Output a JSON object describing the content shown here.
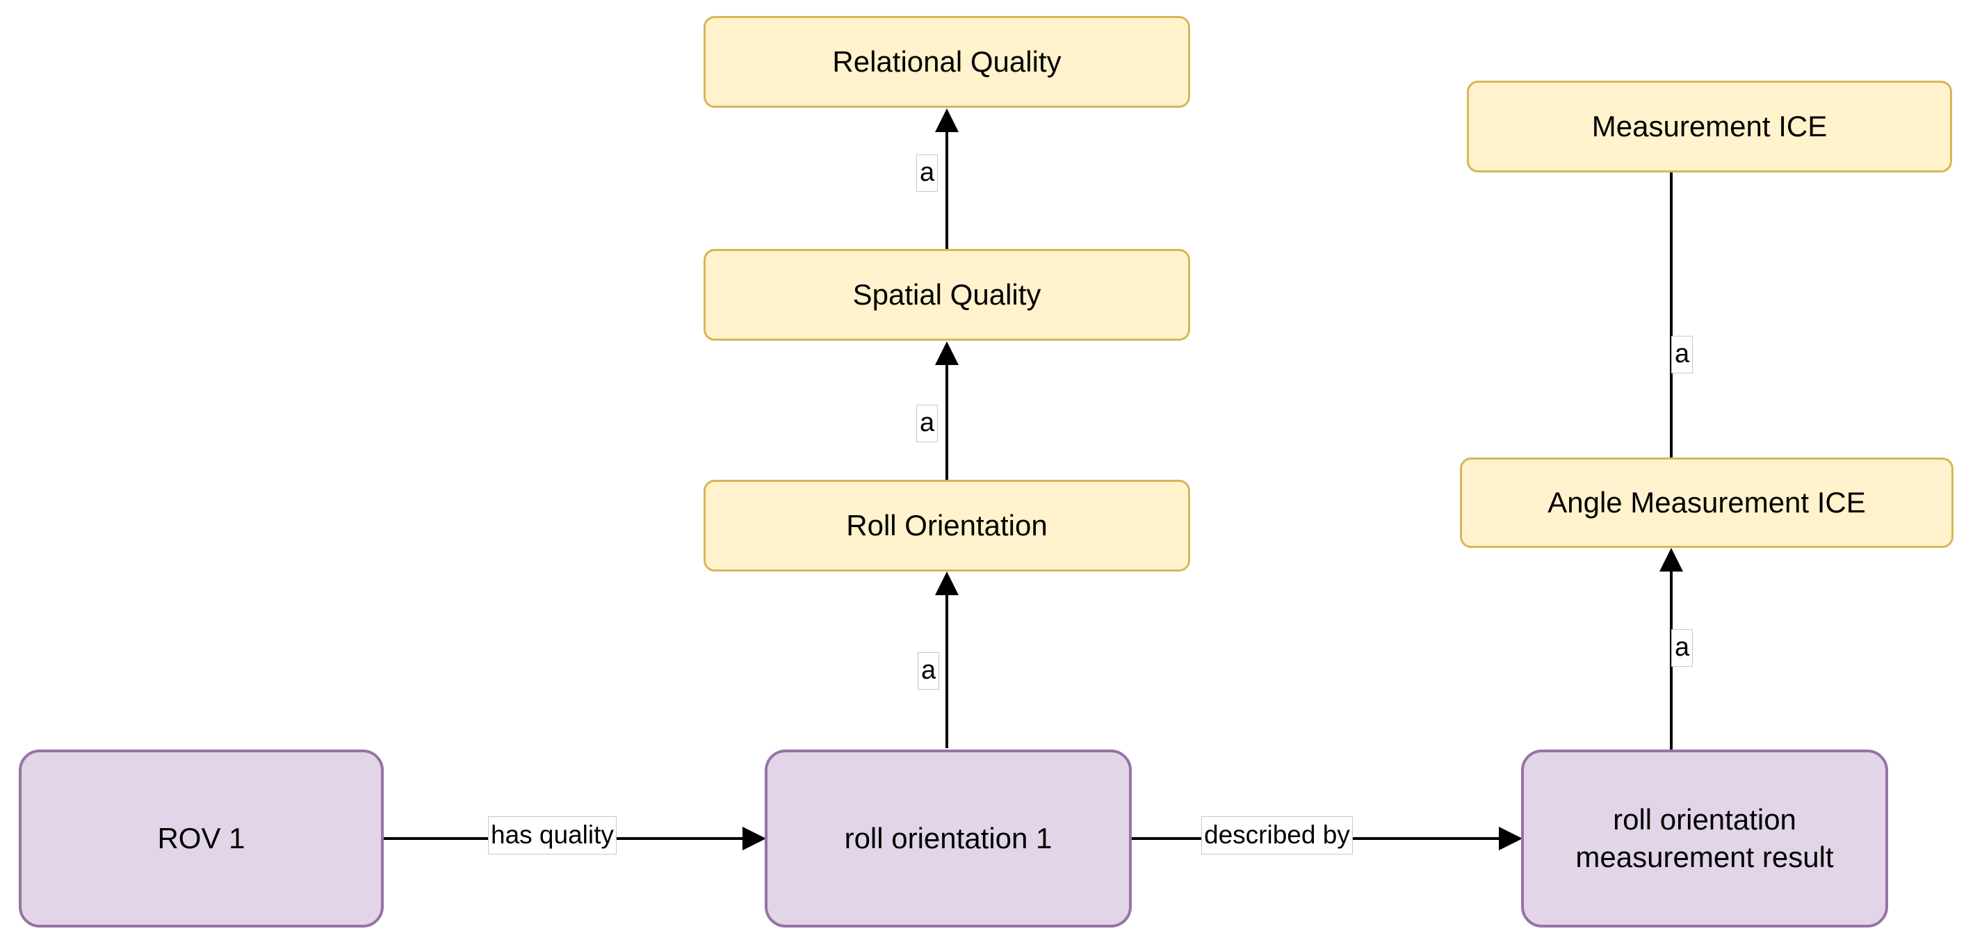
{
  "diagram": {
    "title": "ROV roll orientation measurement ontology diagram",
    "background": "#ffffff",
    "palette": {
      "class_fill": "#fff2cc",
      "class_stroke": "#d6b656",
      "individual_fill": "#e1d5e7",
      "individual_stroke": "#9673a6",
      "edge_stroke": "#000000",
      "label_fill": "#ffffff",
      "label_stroke": "#c8c8c8",
      "text": "#000000"
    },
    "nodes": {
      "relational_quality": "Relational Quality",
      "spatial_quality": "Spatial Quality",
      "roll_orientation": "Roll Orientation",
      "measurement_ice": "Measurement ICE",
      "angle_measurement_ice": "Angle Measurement ICE",
      "rov_1": "ROV 1",
      "roll_orientation_1": "roll orientation 1",
      "roll_orientation_measurement_result": "roll orientation\nmeasurement result"
    },
    "edge_labels": {
      "a_roll_to_spatial": "a",
      "a_spatial_to_relational": "a",
      "a_instance_to_roll": "a",
      "a_angle_to_measurement": "a",
      "a_result_to_angle": "a",
      "has_quality": "has quality",
      "described_by": "described by"
    }
  }
}
